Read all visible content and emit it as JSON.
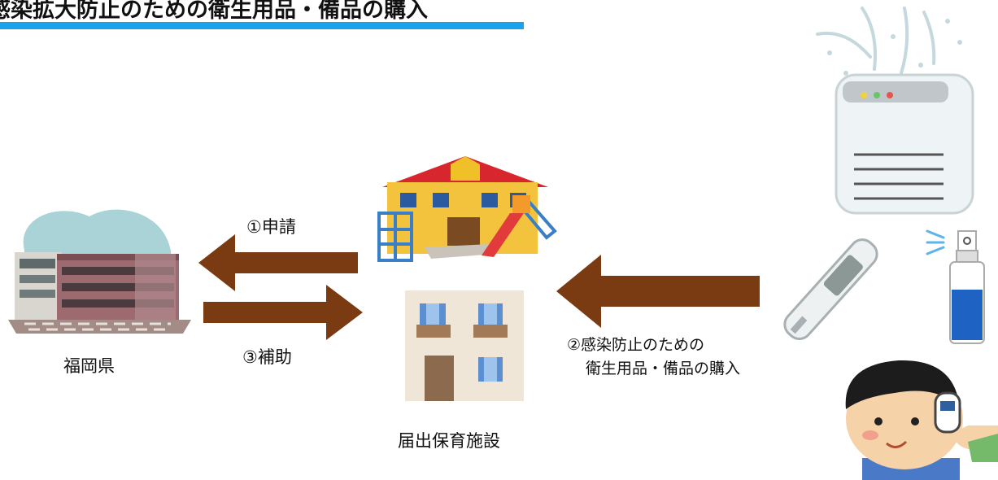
{
  "header": {
    "title": "感染拡大防止のための衛生用品・備品の購入",
    "accent_color": "#1aa3e8"
  },
  "nodes": {
    "prefecture_label": "福岡県",
    "facility_label": "届出保育施設"
  },
  "flows": {
    "apply_label": "①申請",
    "subsidy_label": "③補助",
    "purchase_line1": "②感染防止のための",
    "purchase_line2": "衛生用品・備品の購入"
  },
  "colors": {
    "arrow": "#7b3b12",
    "title_bar": "#1aa3e8"
  },
  "icons": [
    "prefecture-office-icon",
    "nursery-school-icon",
    "facility-house-icon",
    "air-purifier-icon",
    "thermometer-icon",
    "spray-bottle-icon",
    "child-temperature-check-icon"
  ]
}
